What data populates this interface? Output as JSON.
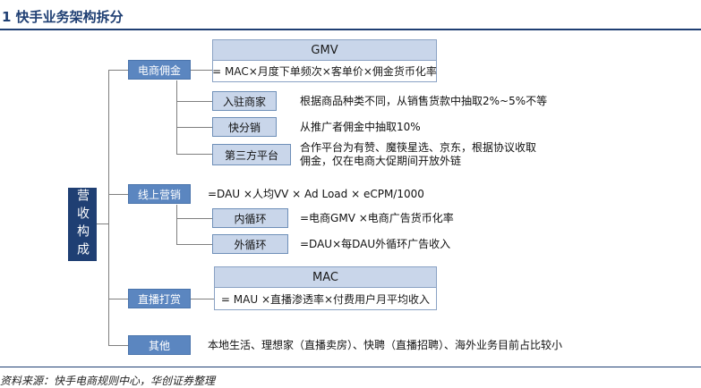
{
  "title": "1   快手业务架构拆分",
  "root": "营收构成",
  "branches": {
    "ecommerce": {
      "label": "电商佣金",
      "header": "GMV",
      "formula": "= MAC×月度下单频次×客单价×佣金货币化率",
      "subs": [
        {
          "label": "入驻商家",
          "desc": "根据商品种类不同，从销售货款中抽取2%~5%不等"
        },
        {
          "label": "快分销",
          "desc": "从推广者佣金中抽取10%"
        },
        {
          "label": "第三方平台",
          "desc": "合作平台为有赞、魔筷星选、京东，根据协议收取佣金，仅在电商大促期间开放外链"
        }
      ]
    },
    "marketing": {
      "label": "线上营销",
      "formula": "=DAU ×人均VV × Ad Load × eCPM/1000",
      "subs": [
        {
          "label": "内循环",
          "desc": "=电商GMV ×电商广告货币化率"
        },
        {
          "label": "外循环",
          "desc": "=DAU×每DAU外循环广告收入"
        }
      ]
    },
    "live": {
      "label": "直播打赏",
      "header": "MAC",
      "formula": "= MAU ×直播渗透率×付费用户月平均收入"
    },
    "other": {
      "label": "其他",
      "desc": "本地生活、理想家（直播卖房）、快聘（直播招聘）、海外业务目前占比较小"
    }
  },
  "source": "资料来源：快手电商规则中心，华创证券整理"
}
